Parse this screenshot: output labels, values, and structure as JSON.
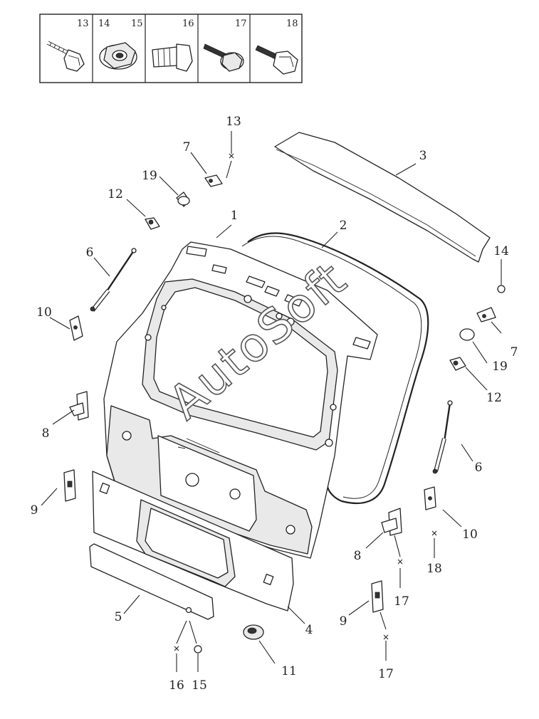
{
  "header_boxes": [
    {
      "label": "13"
    },
    {
      "label_a": "14",
      "label_b": "15"
    },
    {
      "label": "16"
    },
    {
      "label": "17"
    },
    {
      "label": "18"
    }
  ],
  "callouts": [
    {
      "id": "c1",
      "label": "1"
    },
    {
      "id": "c2",
      "label": "2"
    },
    {
      "id": "c3",
      "label": "3"
    },
    {
      "id": "c4",
      "label": "4"
    },
    {
      "id": "c5",
      "label": "5"
    },
    {
      "id": "c6a",
      "label": "6"
    },
    {
      "id": "c6b",
      "label": "6"
    },
    {
      "id": "c7a",
      "label": "7"
    },
    {
      "id": "c7b",
      "label": "7"
    },
    {
      "id": "c8a",
      "label": "8"
    },
    {
      "id": "c8b",
      "label": "8"
    },
    {
      "id": "c9a",
      "label": "9"
    },
    {
      "id": "c9b",
      "label": "9"
    },
    {
      "id": "c10a",
      "label": "10"
    },
    {
      "id": "c10b",
      "label": "10"
    },
    {
      "id": "c11",
      "label": "11"
    },
    {
      "id": "c12a",
      "label": "12"
    },
    {
      "id": "c12b",
      "label": "12"
    },
    {
      "id": "c13",
      "label": "13"
    },
    {
      "id": "c14",
      "label": "14"
    },
    {
      "id": "c15",
      "label": "15"
    },
    {
      "id": "c16",
      "label": "16"
    },
    {
      "id": "c17a",
      "label": "17"
    },
    {
      "id": "c17b",
      "label": "17"
    },
    {
      "id": "c18",
      "label": "18"
    },
    {
      "id": "c19a",
      "label": "19"
    },
    {
      "id": "c19b",
      "label": "19"
    }
  ],
  "watermark": "AutoSoft"
}
